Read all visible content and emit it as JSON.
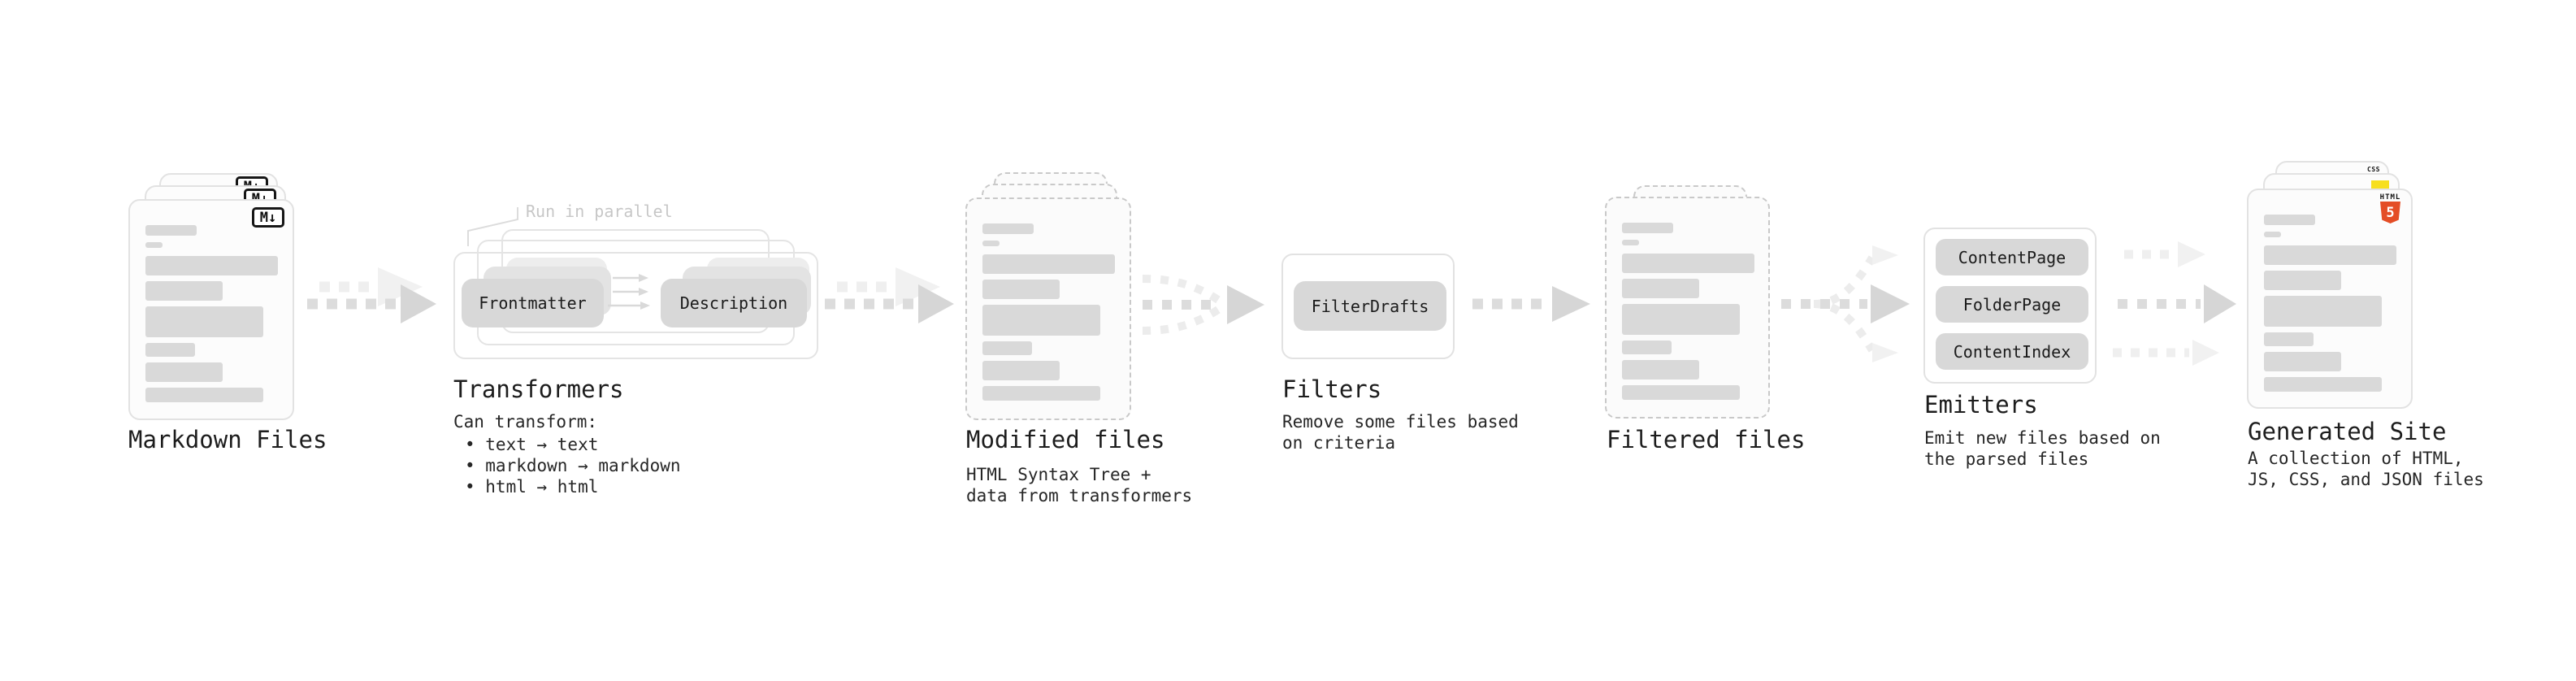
{
  "stages": {
    "markdown": {
      "label": "Markdown Files",
      "badge": "M↓"
    },
    "transformers": {
      "label": "Transformers",
      "note": "Run in parallel",
      "pills": [
        "Frontmatter",
        "Description"
      ],
      "desc_title": "Can transform:",
      "bullets": [
        "• text → text",
        "• markdown → markdown",
        "• html → html"
      ]
    },
    "modified": {
      "label": "Modified files",
      "desc": [
        "HTML Syntax Tree +",
        "data from transformers"
      ]
    },
    "filters": {
      "label": "Filters",
      "pill": "FilterDrafts",
      "desc": [
        "Remove some files based",
        "on criteria"
      ]
    },
    "filtered": {
      "label": "Filtered files"
    },
    "emitters": {
      "label": "Emitters",
      "pills": [
        "ContentPage",
        "FolderPage",
        "ContentIndex"
      ],
      "desc": [
        "Emit new files based on",
        "the parsed files"
      ]
    },
    "generated": {
      "label": "Generated Site",
      "badges": {
        "css": "CSS",
        "html_word": "HTML",
        "html5_number": "5"
      },
      "desc": [
        "A collection of HTML,",
        "JS, CSS, and JSON files"
      ]
    }
  },
  "file_card_bars": [
    [
      63,
      13,
      0
    ],
    [
      21,
      7,
      8
    ],
    [
      163,
      24,
      10
    ],
    [
      95,
      24,
      7
    ],
    [
      145,
      38,
      7
    ],
    [
      61,
      17,
      7
    ],
    [
      95,
      24,
      7
    ],
    [
      145,
      18,
      7
    ]
  ],
  "colors": {
    "html5_orange": "#e44d26",
    "js_yellow": "#f7df1e",
    "css_blue": "#2965f1",
    "bar_gray": "#d9d9d9",
    "pill_gray": "#d8d8d8",
    "arrow_dark": "#dcdcdc",
    "arrow_light": "#efefef",
    "text_dark": "#1d1d1d",
    "note_gray": "#c7c7c7"
  }
}
